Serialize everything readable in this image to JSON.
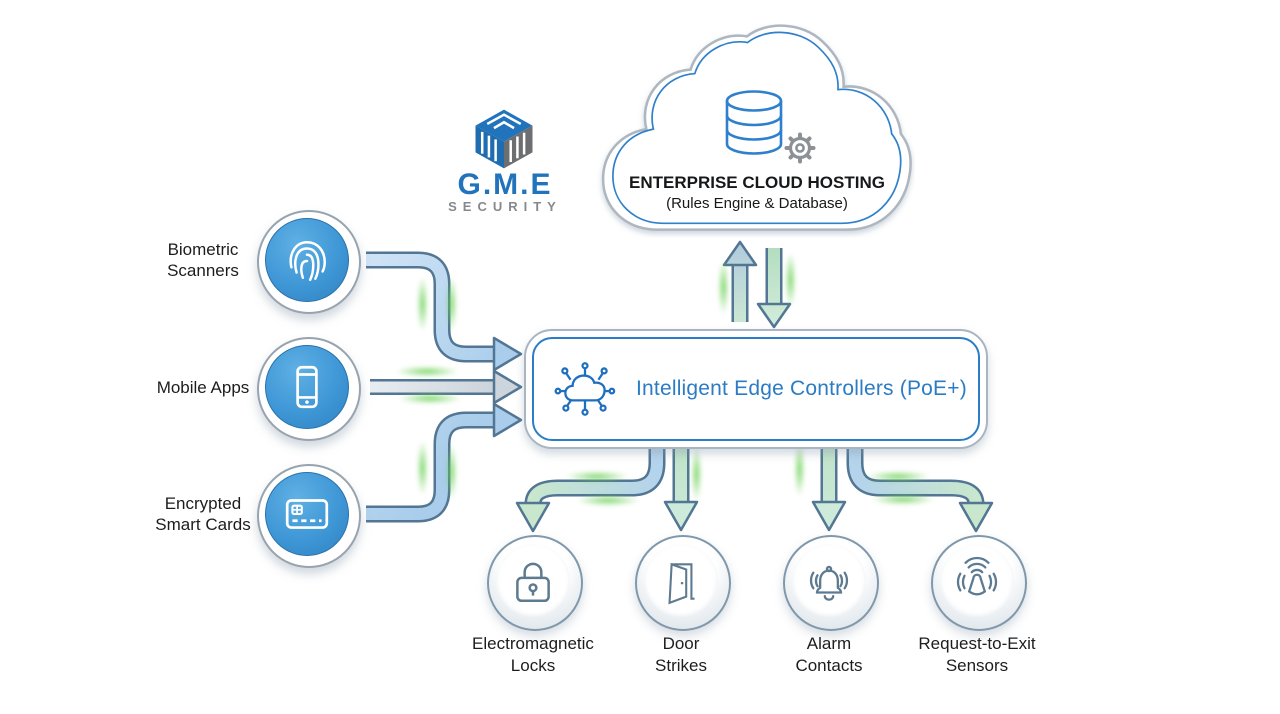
{
  "brand": {
    "name": "G.M.E",
    "tagline": "SECURITY"
  },
  "cloud": {
    "title": "ENTERPRISE CLOUD HOSTING",
    "subtitle": "(Rules Engine & Database)",
    "icons": [
      "database-icon",
      "gear-icon"
    ]
  },
  "controller": {
    "label": "Intelligent Edge Controllers (PoE+)",
    "icon": "iot-hub-cloud-icon"
  },
  "inputs": [
    {
      "id": "biometric-scanners",
      "icon": "fingerprint-icon",
      "lines": [
        "Biometric",
        "Scanners"
      ]
    },
    {
      "id": "mobile-apps",
      "icon": "smartphone-icon",
      "lines": [
        "Mobile Apps"
      ]
    },
    {
      "id": "encrypted-smart-cards",
      "icon": "smart-card-icon",
      "lines": [
        "Encrypted",
        "Smart Cards"
      ]
    }
  ],
  "outputs": [
    {
      "id": "electromagnetic-locks",
      "icon": "padlock-icon",
      "lines": [
        "Electromagnetic",
        "Locks"
      ]
    },
    {
      "id": "door-strikes",
      "icon": "door-icon",
      "lines": [
        "Door",
        "Strikes"
      ]
    },
    {
      "id": "alarm-contacts",
      "icon": "alarm-bell-icon",
      "lines": [
        "Alarm",
        "Contacts"
      ]
    },
    {
      "id": "request-to-exit-sensors",
      "icon": "motion-sensor-icon",
      "lines": [
        "Request-to-Exit",
        "Sensors"
      ]
    }
  ],
  "colors": {
    "brand_blue": "#2173bb",
    "brand_grey": "#6d6e71",
    "accent_blue": "#2b7cc4",
    "device_circle_blue": "#3f97d6",
    "arrow_outline": "#527693",
    "arrow_blue_fill": "#b9d6ec",
    "arrow_green_fill": "#c8e7cd",
    "glow_green": "#68cf52",
    "outline_grey": "#a9b6c2",
    "text_dark": "#1d1d1f"
  }
}
